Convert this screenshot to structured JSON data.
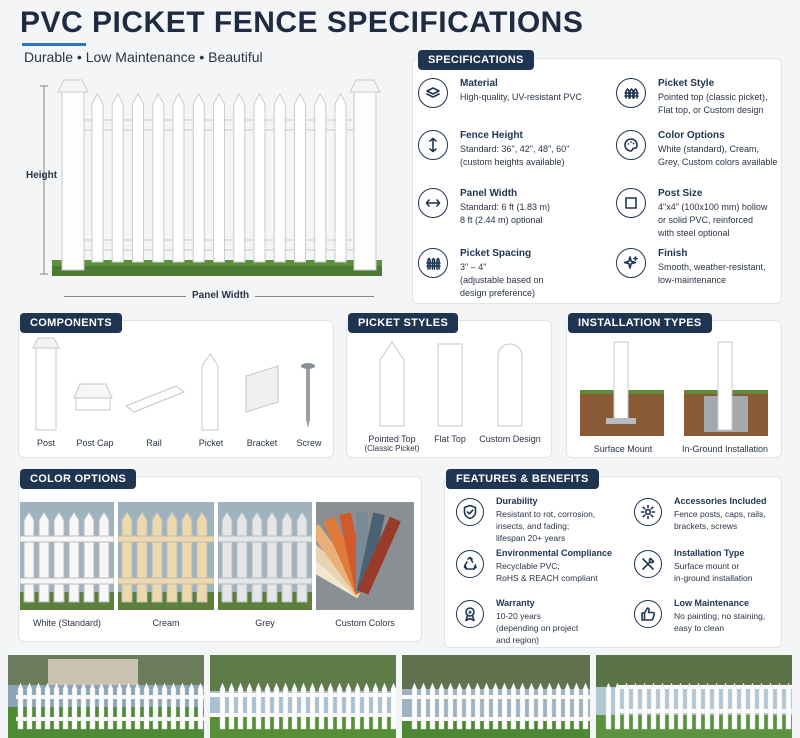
{
  "header": {
    "title": "PVC PICKET FENCE SPECIFICATIONS",
    "subtitle": "Durable • Low Maintenance • Beautiful"
  },
  "diagram": {
    "height_label": "Height",
    "width_label": "Panel Width"
  },
  "specifications": {
    "heading": "SPECIFICATIONS",
    "items": [
      {
        "icon": "layers-icon",
        "title": "Material",
        "lines": [
          "High-quality, UV-resistant PVC"
        ]
      },
      {
        "icon": "picket-style-icon",
        "title": "Picket Style",
        "lines": [
          "Pointed top (classic picket),",
          "Flat top, or Custom design"
        ]
      },
      {
        "icon": "height-arrow-icon",
        "title": "Fence Height",
        "lines": [
          "Standard: 36\", 42\", 48\", 60\"",
          "(custom heights available)"
        ]
      },
      {
        "icon": "palette-icon",
        "title": "Color Options",
        "lines": [
          "White (standard), Cream,",
          "Grey, Custom colors available"
        ]
      },
      {
        "icon": "width-arrow-icon",
        "title": "Panel Width",
        "lines": [
          "Standard: 6 ft (1.83 m)",
          "8 ft (2.44 m) optional"
        ]
      },
      {
        "icon": "square-post-icon",
        "title": "Post Size",
        "lines": [
          "4\"x4\" (100x100 mm) hollow",
          "or solid PVC, reinforced",
          "with steel optional"
        ]
      },
      {
        "icon": "spacing-icon",
        "title": "Picket Spacing",
        "lines": [
          "3\" – 4\"",
          "(adjustable based on",
          "design preference)"
        ]
      },
      {
        "icon": "sparkle-icon",
        "title": "Finish",
        "lines": [
          "Smooth, weather-resistant,",
          "low-maintenance"
        ]
      }
    ]
  },
  "components": {
    "heading": "COMPONENTS",
    "items": [
      "Post",
      "Post Cap",
      "Rail",
      "Picket",
      "Bracket",
      "Screw"
    ]
  },
  "picket_styles": {
    "heading": "PICKET STYLES",
    "items": [
      {
        "label": "Pointed Top",
        "sub": "(Classic Picket)"
      },
      {
        "label": "Flat Top",
        "sub": ""
      },
      {
        "label": "Custom Design",
        "sub": ""
      }
    ]
  },
  "installation": {
    "heading": "INSTALLATION TYPES",
    "items": [
      "Surface Mount",
      "In-Ground Installation"
    ]
  },
  "colors": {
    "heading": "COLOR OPTIONS",
    "items": [
      {
        "label": "White (Standard)",
        "color": "#f7f7f5"
      },
      {
        "label": "Cream",
        "color": "#eed9ad"
      },
      {
        "label": "Grey",
        "color": "#e4e6e8"
      },
      {
        "label": "Custom Colors",
        "color": "#e07a3a"
      }
    ]
  },
  "features": {
    "heading": "FEATURES & BENEFITS",
    "items": [
      {
        "icon": "shield-check-icon",
        "title": "Durability",
        "lines": [
          "Resistant to rot, corrosion,",
          "insects, and fading;",
          "lifespan 20+ years"
        ]
      },
      {
        "icon": "gear-icon",
        "title": "Accessories Included",
        "lines": [
          "Fence posts, caps, rails,",
          "brackets, screws"
        ]
      },
      {
        "icon": "recycle-icon",
        "title": "Environmental Compliance",
        "lines": [
          "Recyclable PVC;",
          "RoHS & REACH compliant"
        ]
      },
      {
        "icon": "tools-icon",
        "title": "Installation Type",
        "lines": [
          "Surface mount or",
          "in-ground installation"
        ]
      },
      {
        "icon": "medal-icon",
        "title": "Warranty",
        "lines": [
          "10-20 years",
          "(depending on project",
          "and region)"
        ]
      },
      {
        "icon": "thumbs-up-icon",
        "title": "Low Maintenance",
        "lines": [
          "No painting, no staining,",
          "easy to clean"
        ]
      }
    ]
  },
  "theme": {
    "navy": "#1e3450",
    "accent": "#2f74c0",
    "grass": "#4c7a32"
  }
}
